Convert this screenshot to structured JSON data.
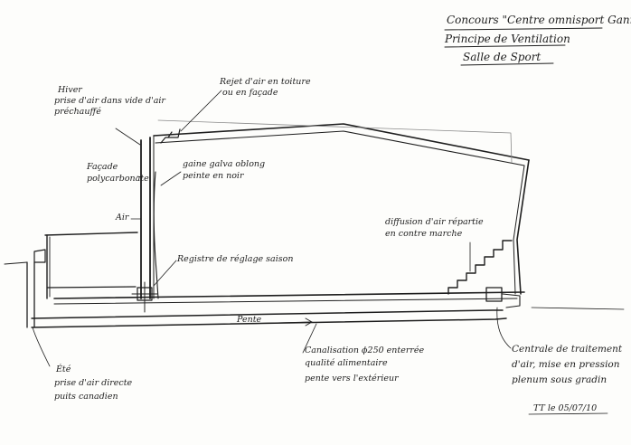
{
  "title": {
    "line1": "Concours \"Centre omnisport Gannat\"",
    "line2": "Principe de Ventilation",
    "line3": "Salle de Sport"
  },
  "labels": {
    "hiver_1": "Hiver",
    "hiver_2": "prise d'air dans vide d'air",
    "hiver_3": "préchauffé",
    "rejet_1": "Rejet d'air en toiture",
    "rejet_2": "ou en façade",
    "gaine_1": "gaine galva oblong",
    "gaine_2": "peinte en noir",
    "facade_1": "Façade",
    "facade_2": "polycarbonate",
    "air": "Air",
    "registre": "Registre de réglage saison",
    "diffusion_1": "diffusion d'air répartie",
    "diffusion_2": "en contre marche",
    "pente": "Pente",
    "canal_1": "Canalisation ϕ250 enterrée",
    "canal_2": "qualité alimentaire",
    "canal_3": "pente vers l'extérieur",
    "centrale_1": "Centrale de traitement",
    "centrale_2": "d'air, mise en pression",
    "centrale_3": "plenum sous gradin",
    "ete_1": "Été",
    "ete_2": "prise d'air directe",
    "ete_3": "puits canadien",
    "signature": "TT le 05/07/10"
  },
  "colors": {
    "ink": "#1e1e1e",
    "paper": "#fdfdfb",
    "pencil": "#8a8a8a"
  }
}
